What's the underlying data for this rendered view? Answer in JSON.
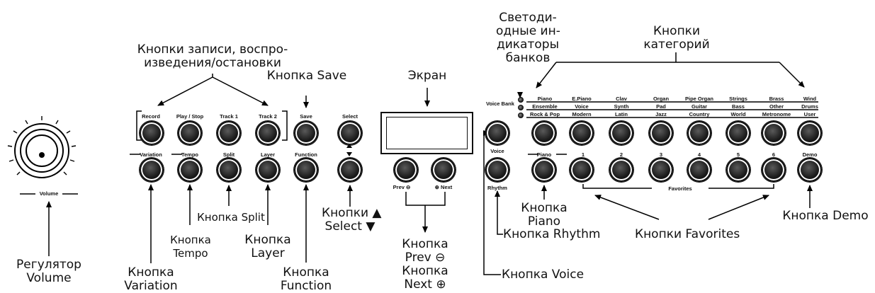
{
  "panel": {
    "volume_label": "Volume",
    "record_label": "Record",
    "play_stop_label": "Play / Stop",
    "track1_label": "Track 1",
    "track2_label": "Track 2",
    "save_label": "Save",
    "select_label": "Select",
    "variation_label": "Variation",
    "tempo_label": "Tempo",
    "split_label": "Split",
    "layer_label": "Layer",
    "function_label": "Function",
    "prev_label": "Prev",
    "next_label": "Next",
    "voice_label": "Voice",
    "rhythm_label": "Rhythm",
    "voice_bank_label": "Voice Bank",
    "piano_label": "Piano",
    "demo_label": "Demo",
    "favorites_label": "Favorites",
    "bank_rows": [
      [
        "Piano",
        "E.Piano",
        "Clav",
        "Organ",
        "Pipe Organ",
        "Strings",
        "Brass",
        "Wind"
      ],
      [
        "Ensemble",
        "Voice",
        "Synth",
        "Pad",
        "Guitar",
        "Bass",
        "Other",
        "Drums"
      ],
      [
        "Rock & Pop",
        "Modern",
        "Latin",
        "Jazz",
        "Country",
        "World",
        "Metronome",
        "User"
      ]
    ],
    "favorite_numbers": [
      "1",
      "2",
      "3",
      "4",
      "5",
      "6"
    ]
  },
  "callouts": {
    "record_buttons": [
      "Кнопки записи, воспро-",
      "изведения/остановки"
    ],
    "save_button": "Кнопка Save",
    "screen": "Экран",
    "leds": [
      "Светоди-",
      "одные ин-",
      "дикаторы",
      "банков"
    ],
    "category_buttons": [
      "Кнопки",
      "категорий"
    ],
    "volume": [
      "Регулятор",
      "Volume"
    ],
    "variation": [
      "Кнопка",
      "Variation"
    ],
    "tempo": [
      "Кнопка",
      "Tempo"
    ],
    "split": "Кнопка Split",
    "layer": [
      "Кнопка",
      "Layer"
    ],
    "function": [
      "Кнопка",
      "Function"
    ],
    "select": [
      "Кнопки ▲",
      "Select ▼"
    ],
    "prev_next": [
      "Кнопка",
      "Prev ⊖",
      "Кнопка",
      "Next ⊕"
    ],
    "voice": "Кнопка Voice",
    "rhythm": "Кнопка Rhythm",
    "piano": [
      "Кнопка",
      "Piano"
    ],
    "favorites": "Кнопки Favorites",
    "demo": "Кнопка Demo"
  }
}
